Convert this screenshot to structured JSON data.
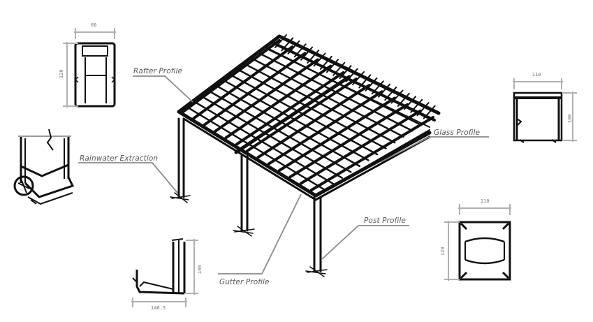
{
  "callouts": {
    "rafter": "Rafter Profile",
    "rainwater": "Rainwater Extraction",
    "glass": "Glass Profile",
    "post": "Post Profile",
    "gutter": "Gutter Profile"
  },
  "dimensions": {
    "rafter_width": "60",
    "rafter_height": "120",
    "glass_width": "110",
    "glass_height": "100",
    "post_width": "110",
    "post_height": "120",
    "gutter_height": "160",
    "gutter_width": "140.5"
  },
  "colors": {
    "line": "#111111",
    "leader": "#8a8a8a",
    "dimension": "#b0b0b0",
    "label": "#555555"
  }
}
